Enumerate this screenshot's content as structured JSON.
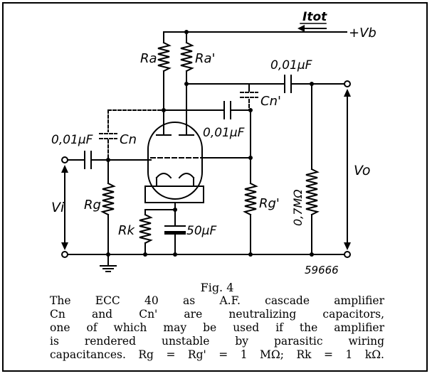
{
  "labels": {
    "itot": "Itot",
    "vb": "+Vb",
    "ra": "Ra",
    "ra_prime": "Ra'",
    "c_out": "0,01μF",
    "cn_prime": "Cn'",
    "c_in": "0,01μF",
    "cn": "Cn",
    "c_couple": "0,01μF",
    "rg": "Rg",
    "rk": "Rk",
    "c_k": "50μF",
    "rg_prime": "Rg'",
    "r_load": "0,7MΩ",
    "vi": "Vi",
    "vo": "Vo",
    "ref": "59666"
  },
  "caption": {
    "fig": "Fig. 4",
    "line1": "The ECC 40 as A.F. cascade amplifier",
    "line2": "Cn and Cn' are neutralizing capacitors,",
    "line3": "one of which may be used if the amplifier",
    "line4": "is rendered unstable by parasitic wiring",
    "line5": "capacitances. Rg = Rg' = 1 MΩ; Rk = 1 kΩ."
  }
}
